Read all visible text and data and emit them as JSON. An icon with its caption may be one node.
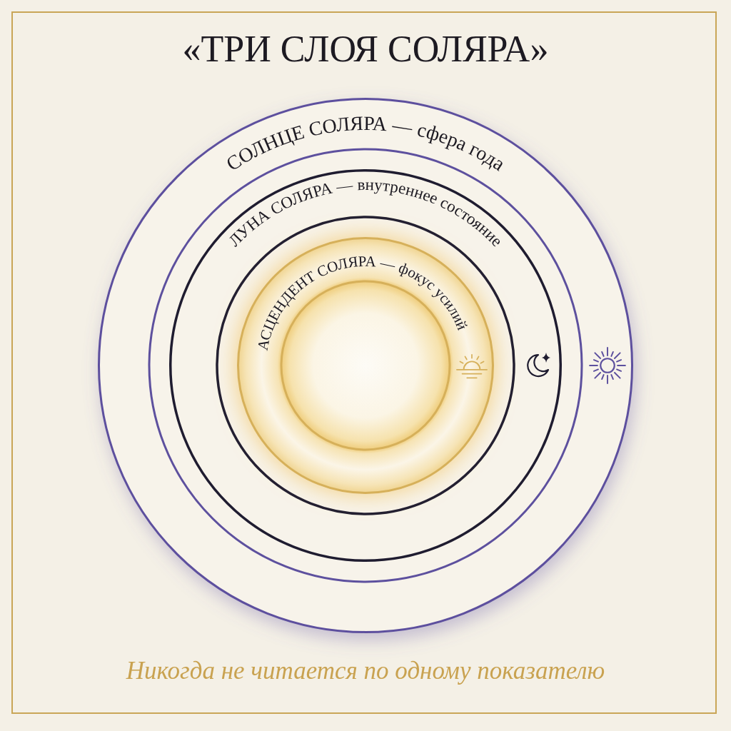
{
  "diagram": {
    "title": "«ТРИ СЛОЯ СОЛЯРА»",
    "caption": "Никогда не читается по одному показателю",
    "nodes": [
      {
        "text": [
          "СОЛНЦЕ СОЛЯРА — сфера года"
        ]
      },
      {
        "text": [
          "ЛУНА СОЛЯРА — внутреннее состояние"
        ],
        "in": 0
      },
      {
        "text": [
          "АСЦЕНДЕНТ СОЛЯРА — фокус усилий"
        ],
        "in": 1
      }
    ]
  }
}
